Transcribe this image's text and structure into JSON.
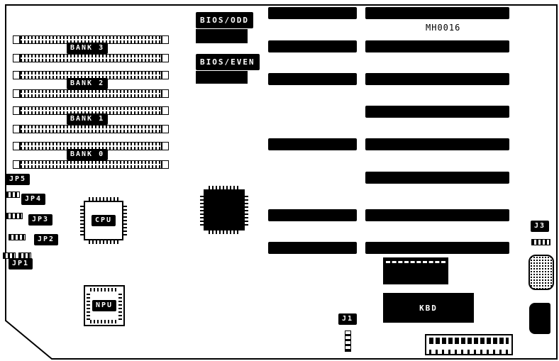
{
  "board": {
    "model": "MH0016",
    "colors": {
      "ink": "#000000",
      "paper": "#ffffff"
    }
  },
  "memory": {
    "banks": [
      {
        "label": "BANK 3"
      },
      {
        "label": "BANK 2"
      },
      {
        "label": "BANK 1"
      },
      {
        "label": "BANK 0"
      }
    ],
    "socket_rows_per_bank": 2
  },
  "jumpers": [
    {
      "label": "JP5"
    },
    {
      "label": "JP4"
    },
    {
      "label": "JP3"
    },
    {
      "label": "JP2"
    },
    {
      "label": "JP1"
    }
  ],
  "chips": {
    "cpu": "CPU",
    "npu": "NPU",
    "bios_odd": "BIOS/ODD",
    "bios_even": "BIOS/EVEN",
    "kbd": "KBD"
  },
  "connectors": {
    "j1": "J1",
    "j3": "J3"
  },
  "expansion_slots": {
    "total": 8,
    "sixteen_bit": 6,
    "eight_bit": 2
  }
}
